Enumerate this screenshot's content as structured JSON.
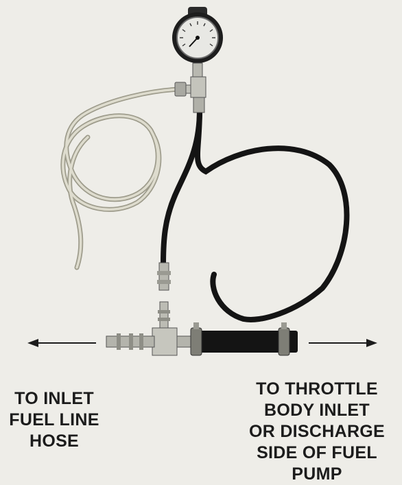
{
  "labels": {
    "left": [
      "TO INLET",
      "FUEL LINE",
      "HOSE"
    ],
    "right": [
      "TO THROTTLE",
      "BODY INLET",
      "OR DISCHARGE",
      "SIDE OF FUEL",
      "PUMP"
    ]
  },
  "components": {
    "gauge": "pressure-gauge",
    "clear_hose": "clear-bleed-hose",
    "black_hose": "black-pressure-hose",
    "tee": "tee-fitting",
    "clamps": "hose-clamp"
  },
  "colors": {
    "background": "#eeede8",
    "text": "#1c1c1c",
    "black_hose": "#141414",
    "clear_hose": "#c9c7b6",
    "metal": "#b6b6ae"
  }
}
